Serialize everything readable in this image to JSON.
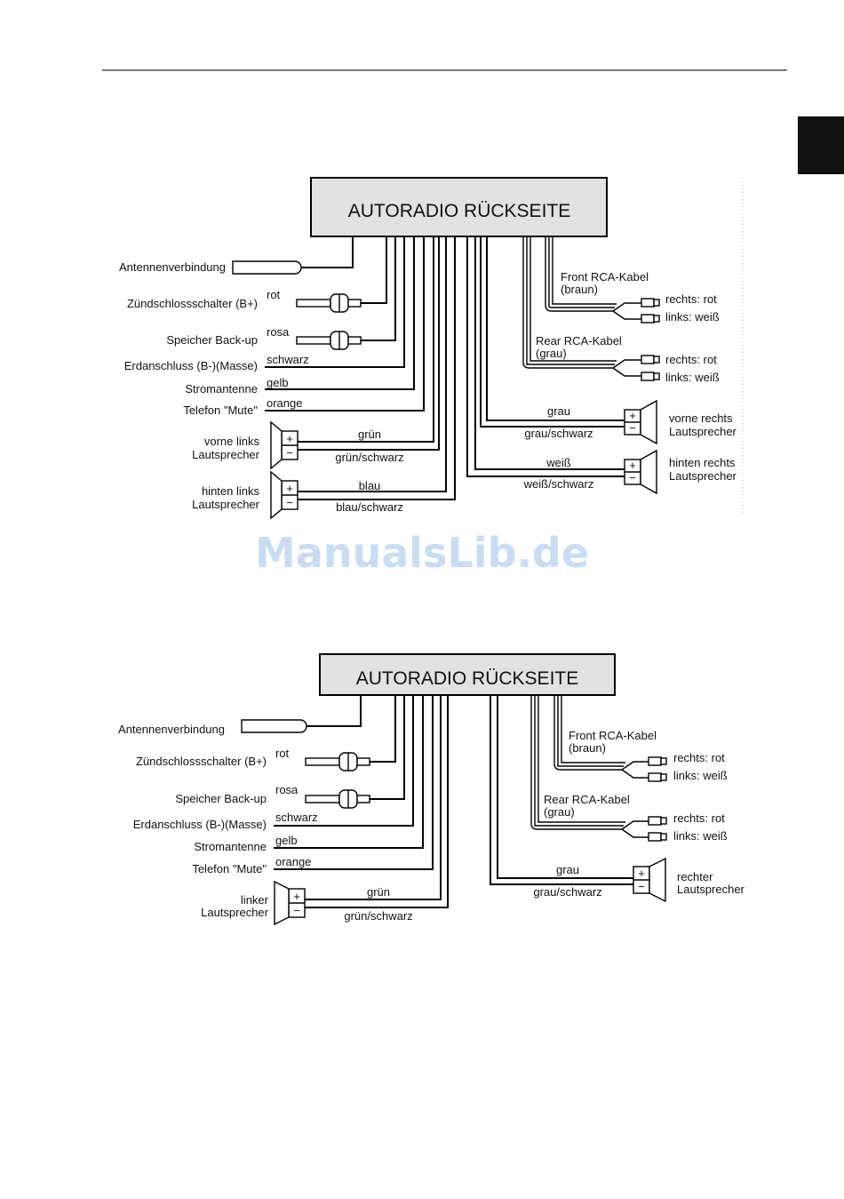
{
  "watermark": "ManualsLib.de",
  "diagram1": {
    "title": "AUTORADIO RÜCKSEITE",
    "left_labels": {
      "antenna": "Antennenverbindung",
      "ignition": "Zündschlossschalter (B+)",
      "backup": "Speicher Back-up",
      "ground": "Erdanschluss (B-)(Masse)",
      "power_antenna": "Stromantenne",
      "phone_mute": "Telefon \"Mute\"",
      "front_left_1": "vorne links",
      "front_left_2": "Lautsprecher",
      "rear_left_1": "hinten links",
      "rear_left_2": "Lautsprecher"
    },
    "wire_colors": {
      "ignition": "rot",
      "backup": "rosa",
      "ground": "schwarz",
      "power_antenna": "gelb",
      "phone_mute": "orange",
      "fl_plus": "grün",
      "fl_minus": "grün/schwarz",
      "rl_plus": "blau",
      "rl_minus": "blau/schwarz",
      "fr_plus": "grau",
      "fr_minus": "grau/schwarz",
      "rr_plus": "weiß",
      "rr_minus": "weiß/schwarz"
    },
    "right_labels": {
      "front_rca_1": "Front RCA-Kabel",
      "front_rca_2": "(braun)",
      "front_right": "rechts: rot",
      "front_left": "links: weiß",
      "rear_rca_1": "Rear RCA-Kabel",
      "rear_rca_2": "(grau)",
      "rear_right": "rechts: rot",
      "rear_left": "links: weiß",
      "front_right_spk_1": "vorne rechts",
      "front_right_spk_2": "Lautsprecher",
      "rear_right_spk_1": "hinten rechts",
      "rear_right_spk_2": "Lautsprecher"
    },
    "plus": "+",
    "minus": "−"
  },
  "diagram2": {
    "title": "AUTORADIO RÜCKSEITE",
    "left_labels": {
      "antenna": "Antennenverbindung",
      "ignition": "Zündschlossschalter (B+)",
      "backup": "Speicher Back-up",
      "ground": "Erdanschluss (B-)(Masse)",
      "power_antenna": "Stromantenne",
      "phone_mute": "Telefon \"Mute\"",
      "left_spk_1": "linker",
      "left_spk_2": "Lautsprecher"
    },
    "wire_colors": {
      "ignition": "rot",
      "backup": "rosa",
      "ground": "schwarz",
      "power_antenna": "gelb",
      "phone_mute": "orange",
      "l_plus": "grün",
      "l_minus": "grün/schwarz",
      "r_plus": "grau",
      "r_minus": "grau/schwarz"
    },
    "right_labels": {
      "front_rca_1": "Front RCA-Kabel",
      "front_rca_2": "(braun)",
      "front_right": "rechts: rot",
      "front_left": "links: weiß",
      "rear_rca_1": "Rear RCA-Kabel",
      "rear_rca_2": "(grau)",
      "rear_right": "rechts: rot",
      "rear_left": "links: weiß",
      "right_spk_1": "rechter",
      "right_spk_2": "Lautsprecher"
    },
    "plus": "+",
    "minus": "−"
  }
}
